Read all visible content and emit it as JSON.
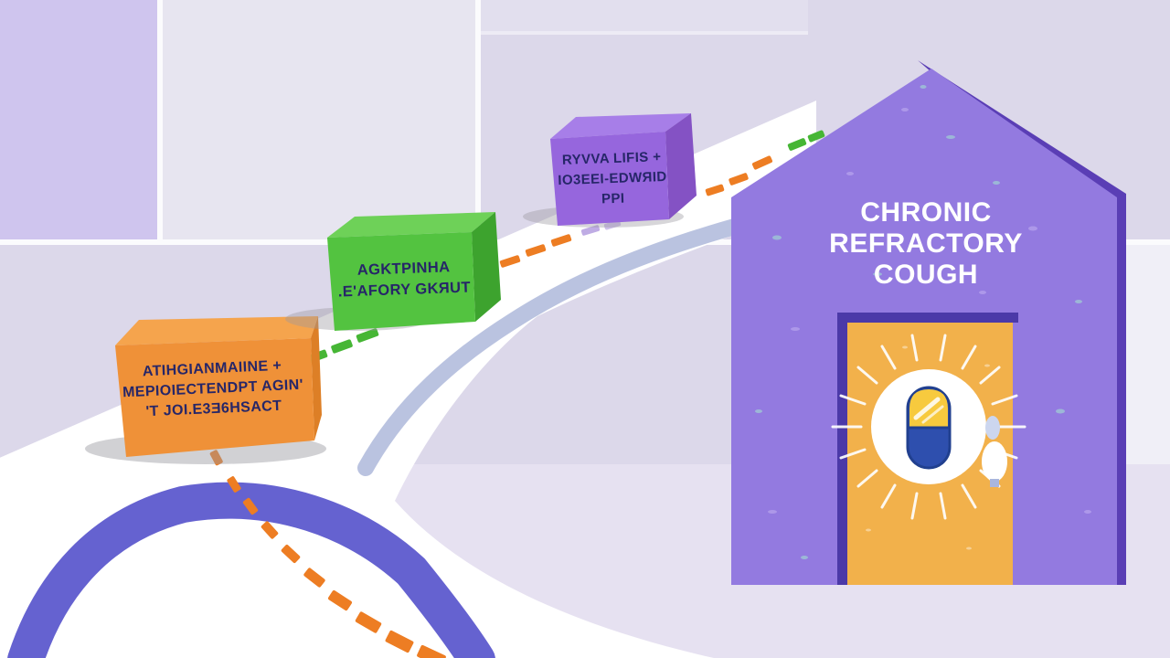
{
  "diagram": {
    "kind": "treatment-pathway-illustration",
    "destination": {
      "label_lines": [
        "CHRONIC",
        "REFRACTORY",
        "COUGH"
      ],
      "door_icon": "pill-capsule-icon",
      "house_color": "#937ae0",
      "door_color": "#f2b14b"
    },
    "steps": [
      {
        "order": 1,
        "box_color": "#ef9138",
        "label_lines": [
          "ATIHGIANMAIINE +",
          "MEPIOIECTENDPT AGIN'",
          "'T JOI.E3Ǝ6HSACT"
        ]
      },
      {
        "order": 2,
        "box_color": "#53c340",
        "label_lines": [
          "AGKTPINHA",
          ".E'AFORY GKЯUT",
          ""
        ]
      },
      {
        "order": 3,
        "box_color": "#9666dd",
        "label_lines": [
          "RYVVA LIFIS +",
          "IO3EEI-EDWЯID",
          "PPI"
        ]
      }
    ],
    "road": {
      "surface_color": "#ffffff",
      "outer_edge_color": "#5d5ace",
      "inner_edge_color": "#aeb8da",
      "dash_colors": [
        "#ed7d23",
        "#46b635",
        "#9d7fd6"
      ]
    }
  }
}
